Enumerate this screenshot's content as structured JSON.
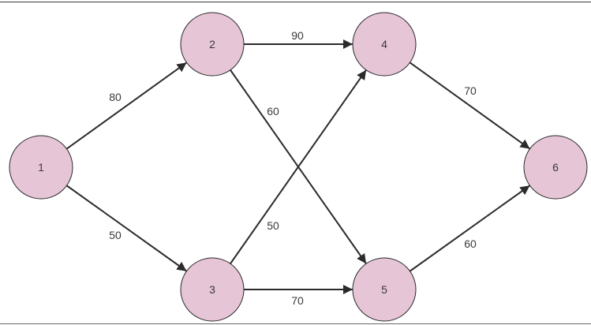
{
  "colors": {
    "node_fill": "#e6c5d6",
    "node_stroke": "#2b2b2b",
    "edge": "#2b2b2b",
    "text": "#3a3a3a"
  },
  "nodes": [
    {
      "id": "1",
      "label": "1"
    },
    {
      "id": "2",
      "label": "2"
    },
    {
      "id": "3",
      "label": "3"
    },
    {
      "id": "4",
      "label": "4"
    },
    {
      "id": "5",
      "label": "5"
    },
    {
      "id": "6",
      "label": "6"
    }
  ],
  "edges": [
    {
      "from": "1",
      "to": "2",
      "label": "80"
    },
    {
      "from": "1",
      "to": "3",
      "label": "50"
    },
    {
      "from": "2",
      "to": "4",
      "label": "90"
    },
    {
      "from": "2",
      "to": "5",
      "label": "60"
    },
    {
      "from": "3",
      "to": "4",
      "label": "50"
    },
    {
      "from": "3",
      "to": "5",
      "label": "70"
    },
    {
      "from": "4",
      "to": "6",
      "label": "70"
    },
    {
      "from": "5",
      "to": "6",
      "label": "60"
    }
  ]
}
